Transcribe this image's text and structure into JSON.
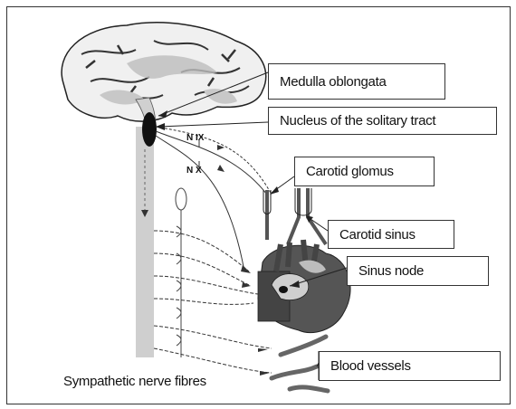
{
  "labels": {
    "medulla": "Medulla oblongata",
    "nucleus": "Nucleus of the solitary tract",
    "carotid_glomus": "Carotid glomus",
    "carotid_sinus": "Carotid sinus",
    "sinus_node": "Sinus node",
    "blood_vessels": "Blood vessels",
    "sympathetic": "Sympathetic nerve fibres"
  },
  "nerves": {
    "n9": "N IX",
    "n10": "N X"
  },
  "colors": {
    "brain_outline": "#222222",
    "brain_fill": "#f2f2f2",
    "spinal_cord": "#cccccc",
    "heart_dark": "#555555",
    "vessel": "#666666",
    "nucleus": "#111111"
  }
}
